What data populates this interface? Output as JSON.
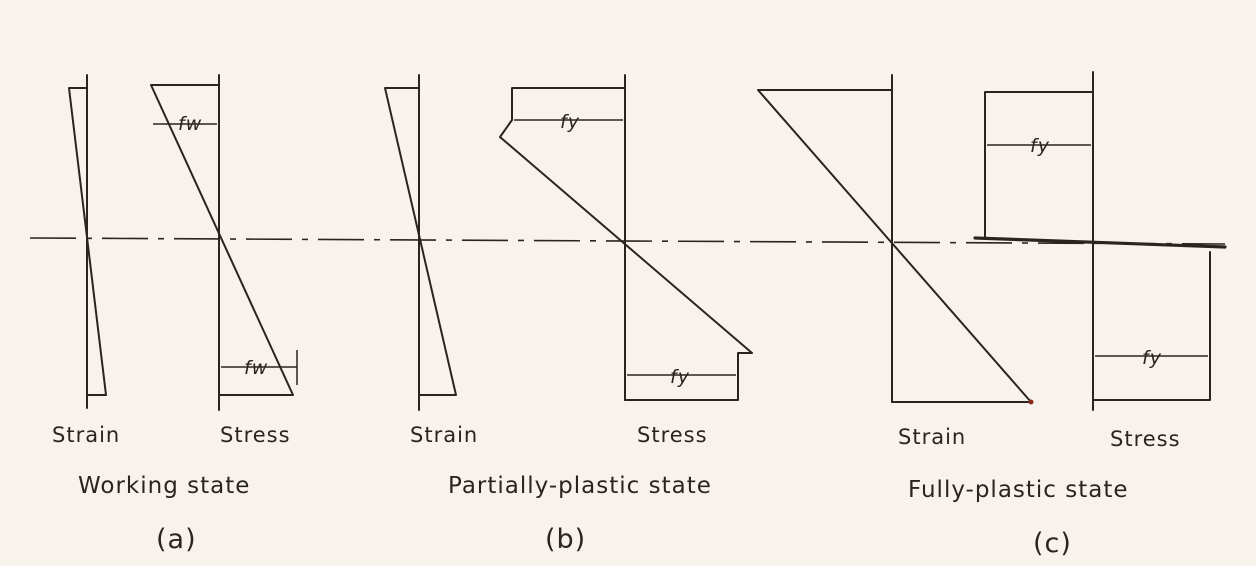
{
  "panels": [
    {
      "strain_label": "Strain",
      "stress_label": "Stress",
      "stress_symbol_top": "fw",
      "stress_symbol_bottom": "fw",
      "caption": "Working state",
      "tag": "(a)"
    },
    {
      "strain_label": "Strain",
      "stress_label": "Stress",
      "stress_symbol_top": "fy",
      "stress_symbol_bottom": "fy",
      "caption": "Partially-plastic state",
      "tag": "(b)"
    },
    {
      "strain_label": "Strain",
      "stress_label": "Stress",
      "stress_symbol_top": "fy",
      "stress_symbol_bottom": "fy",
      "caption": "Fully-plastic state",
      "tag": "(c)"
    }
  ],
  "colors": {
    "ink": "#2a2420",
    "paper": "#f7f3ec"
  }
}
